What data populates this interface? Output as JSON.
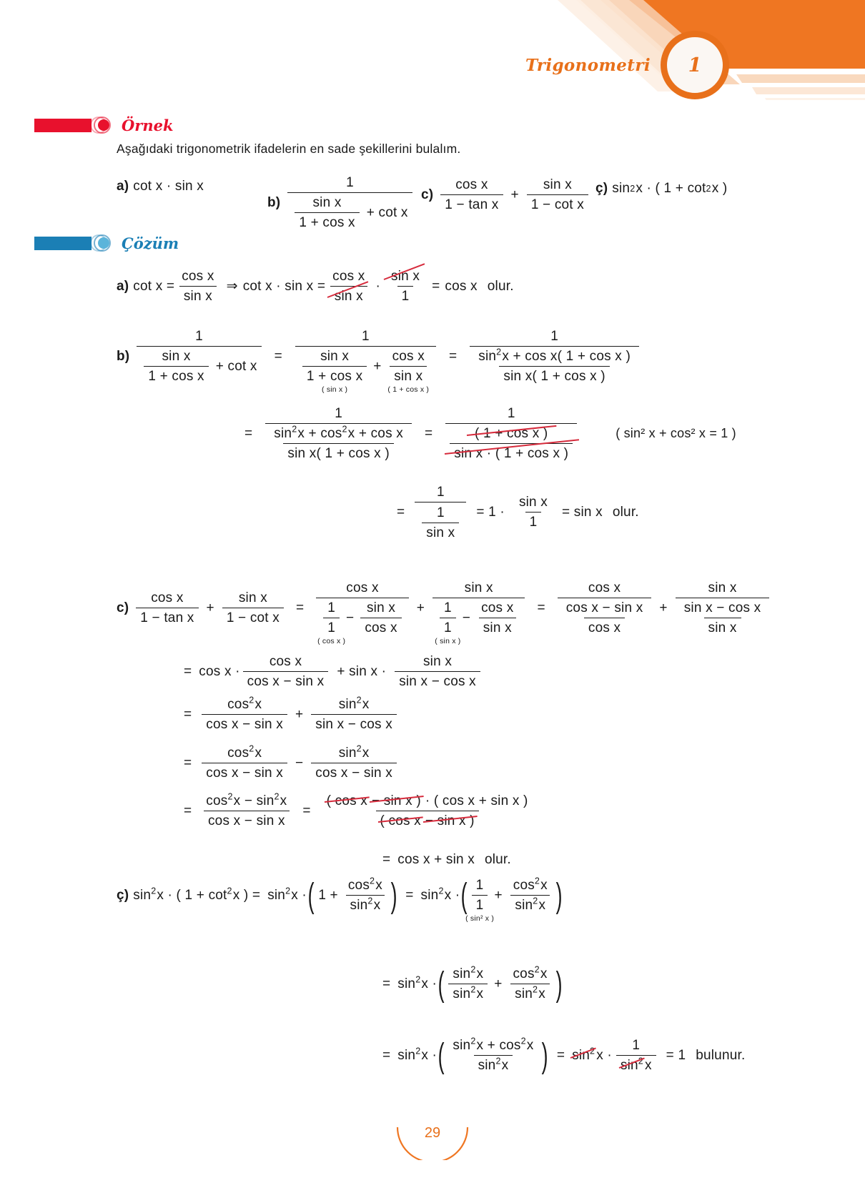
{
  "header": {
    "subject_title": "Trigonometri",
    "unit_number": "1",
    "accent_color": "#e8701a"
  },
  "sections": {
    "example": {
      "label": "Örnek",
      "bar_color": "#e8112d",
      "text_color": "#e8112d"
    },
    "solution": {
      "label": "Çözüm",
      "bar_color": "#1b7fb5",
      "text_color": "#1b7fb5"
    }
  },
  "prompt": "Aşağıdaki trigonometrik ifadelerin en sade şekillerini bulalım.",
  "problems": {
    "a": {
      "label": "a)",
      "expr": "cot x · sin x"
    },
    "b": {
      "label": "b)",
      "num": "1",
      "den_frac_num": "sin x",
      "den_frac_den": "1 + cos x",
      "den_tail": "+ cot x"
    },
    "c": {
      "label": "c)",
      "t1_num": "cos x",
      "t1_den": "1 − tan x",
      "plus": "+",
      "t2_num": "sin x",
      "t2_den": "1 − cot x"
    },
    "c_cedilla": {
      "label": "ç)",
      "expr_pre": "sin",
      "expr_sup": "2",
      "expr_post": "x · ( 1 + cot",
      "expr_sup2": "2",
      "expr_end": "x )"
    }
  },
  "solutions": {
    "a": {
      "label": "a)",
      "lhs": "cot x =",
      "f1_num": "cos x",
      "f1_den": "sin x",
      "implies": "⇒",
      "mid": "cot x · sin x =",
      "f2_num": "cos x",
      "f2_den": "sin x",
      "dot": "·",
      "f3_num": "sin x",
      "f3_den": "1",
      "eq": "=",
      "result": "cos x",
      "tail": "olur."
    },
    "b": {
      "label": "b)",
      "step1": {
        "num": "1",
        "dn_num": "sin x",
        "dn_den": "1 + cos x",
        "dn_tail": "+ cot x"
      },
      "step2": {
        "num": "1",
        "t1_num": "sin x",
        "t1_den": "1 + cos x",
        "t1_annot": "( sin x )",
        "plus": "+",
        "t2_num": "cos x",
        "t2_den": "sin x",
        "t2_annot": "( 1 + cos x )"
      },
      "step3": {
        "num": "1",
        "dnum_pre": "sin",
        "dnum_sup": "2",
        "dnum_post": "x + cos x( 1 + cos x )",
        "dden": "sin x( 1 + cos x )"
      },
      "step4": {
        "num": "1",
        "dnum_pre": "sin",
        "dnum_sup1": "2",
        "dnum_mid": "x + cos",
        "dnum_sup2": "2",
        "dnum_post": "x + cos x",
        "dden": "sin x( 1 + cos x )"
      },
      "step5": {
        "num": "1",
        "dnum": "( 1 + cos x )",
        "dden_pre": "sin x · ( 1 + cos x )"
      },
      "identity_note": "( sin² x + cos² x = 1 )",
      "step6": {
        "eq": "=",
        "num": "1",
        "den_num": "1",
        "den_den": "sin x",
        "eq2": "= 1 ·",
        "f_num": "sin x",
        "f_den": "1",
        "eq3": "= sin x",
        "tail": "olur."
      }
    },
    "c": {
      "label": "c)",
      "step1": {
        "t1_num": "cos x",
        "t1_den": "1 − tan x",
        "plus": "+",
        "t2_num": "sin x",
        "t2_den": "1 − cot x"
      },
      "step2": {
        "t1_num": "cos x",
        "t1_den_a_num": "1",
        "t1_den_a_den": "1",
        "t1_den_minus": "−",
        "t1_den_b_num": "sin x",
        "t1_den_b_den": "cos x",
        "t1_annot": "( cos x )",
        "plus": "+",
        "t2_num": "sin x",
        "t2_den_a_num": "1",
        "t2_den_a_den": "1",
        "t2_den_minus": "−",
        "t2_den_b_num": "cos x",
        "t2_den_b_den": "sin x",
        "t2_annot": "( sin x )"
      },
      "step3": {
        "t1_num": "cos x",
        "t1_den_num": "cos x − sin x",
        "t1_den_den": "cos x",
        "plus": "+",
        "t2_num": "sin x",
        "t2_den_num": "sin x − cos x",
        "t2_den_den": "sin x"
      },
      "step4": {
        "eq": "=",
        "a": "cos x ·",
        "f1_num": "cos x",
        "f1_den": "cos x − sin x",
        "plus": "+ sin x ·",
        "f2_num": "sin x",
        "f2_den": "sin x − cos x"
      },
      "step5": {
        "eq": "=",
        "f1_num_pre": "cos",
        "f1_sup": "2",
        "f1_num_post": "x",
        "f1_den": "cos x − sin x",
        "op": "+",
        "f2_num_pre": "sin",
        "f2_sup": "2",
        "f2_num_post": "x",
        "f2_den": "sin x − cos x"
      },
      "step6": {
        "eq": "=",
        "f1_num_pre": "cos",
        "f1_sup": "2",
        "f1_num_post": "x",
        "f1_den": "cos x − sin x",
        "op": "−",
        "f2_num_pre": "sin",
        "f2_sup": "2",
        "f2_num_post": "x",
        "f2_den": "cos x − sin x"
      },
      "step7": {
        "eq": "=",
        "f1_num_pre": "cos",
        "f1_sup1": "2",
        "f1_mid": "x − sin",
        "f1_sup2": "2",
        "f1_end": "x",
        "f1_den": "cos x − sin x",
        "eq2": "=",
        "f2_num_l": "( cos x",
        "f2_num_m": "− sin x )",
        "f2_num_r": "· ( cos x + sin x )",
        "f2_den_l": "( cos x",
        "f2_den_r": "− sin x )"
      },
      "step8": {
        "eq": "=",
        "result": "cos x + sin x",
        "tail": "olur."
      }
    },
    "c_cedilla": {
      "label": "ç)",
      "step1": {
        "lhs_pre": "sin",
        "lhs_sup": "2",
        "lhs_mid": "x · ( 1 + cot",
        "lhs_sup2": "2",
        "lhs_end": "x ) =",
        "r1_pre": "sin",
        "r1_sup": "2",
        "r1_post": "x ·",
        "one_plus": "1 +",
        "f_num_pre": "cos",
        "f_num_sup": "2",
        "f_num_post": "x",
        "f_den_pre": "sin",
        "f_den_sup": "2",
        "f_den_post": "x",
        "eq2": "=",
        "r2_pre": "sin",
        "r2_sup": "2",
        "r2_post": "x ·",
        "g1_num": "1",
        "g1_den": "1",
        "g1_annot": "( sin² x )",
        "plus": "+",
        "g2_num_pre": "cos",
        "g2_num_sup": "2",
        "g2_num_post": "x",
        "g2_den_pre": "sin",
        "g2_den_sup": "2",
        "g2_den_post": "x"
      },
      "step2": {
        "eq": "=",
        "pre": "sin",
        "sup": "2",
        "post": "x ·",
        "f1_num_pre": "sin",
        "f1_num_sup": "2",
        "f1_num_post": "x",
        "f1_den_pre": "sin",
        "f1_den_sup": "2",
        "f1_den_post": "x",
        "plus": "+",
        "f2_num_pre": "cos",
        "f2_num_sup": "2",
        "f2_num_post": "x",
        "f2_den_pre": "sin",
        "f2_den_sup": "2",
        "f2_den_post": "x"
      },
      "step3": {
        "eq": "=",
        "pre": "sin",
        "sup": "2",
        "post": "x ·",
        "f_num_pre": "sin",
        "f_num_sup1": "2",
        "f_num_mid": "x + cos",
        "f_num_sup2": "2",
        "f_num_end": "x",
        "f_den_pre": "sin",
        "f_den_sup": "2",
        "f_den_post": "x",
        "eq2": "=",
        "s_pre": "sin",
        "s_sup": "2",
        "s_post": "x ·",
        "g_num": "1",
        "g_den_pre": "sin",
        "g_den_sup": "2",
        "g_den_post": "x",
        "eq3": "= 1",
        "tail": "bulunur."
      }
    }
  },
  "footer": {
    "page_number": "29",
    "color": "#e8701a"
  }
}
